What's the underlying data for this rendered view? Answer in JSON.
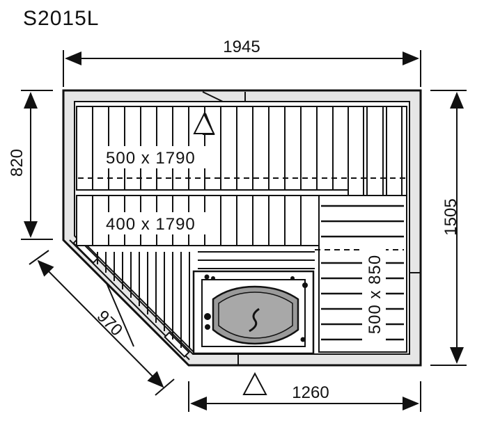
{
  "title": "S2015L",
  "dimensions": {
    "top_width": "1945",
    "left_height": "820",
    "right_height": "1505",
    "diagonal": "970",
    "bottom_width": "1260"
  },
  "benches": {
    "upper": "500 x 1790",
    "lower": "400 x 1790",
    "side": "500 x 850"
  },
  "colors": {
    "line": "#111111",
    "wall_fill": "#e6e6e6",
    "heater_fill": "#9a9a9a"
  },
  "icons": [
    "door-triangle-icon",
    "heater-icon"
  ]
}
